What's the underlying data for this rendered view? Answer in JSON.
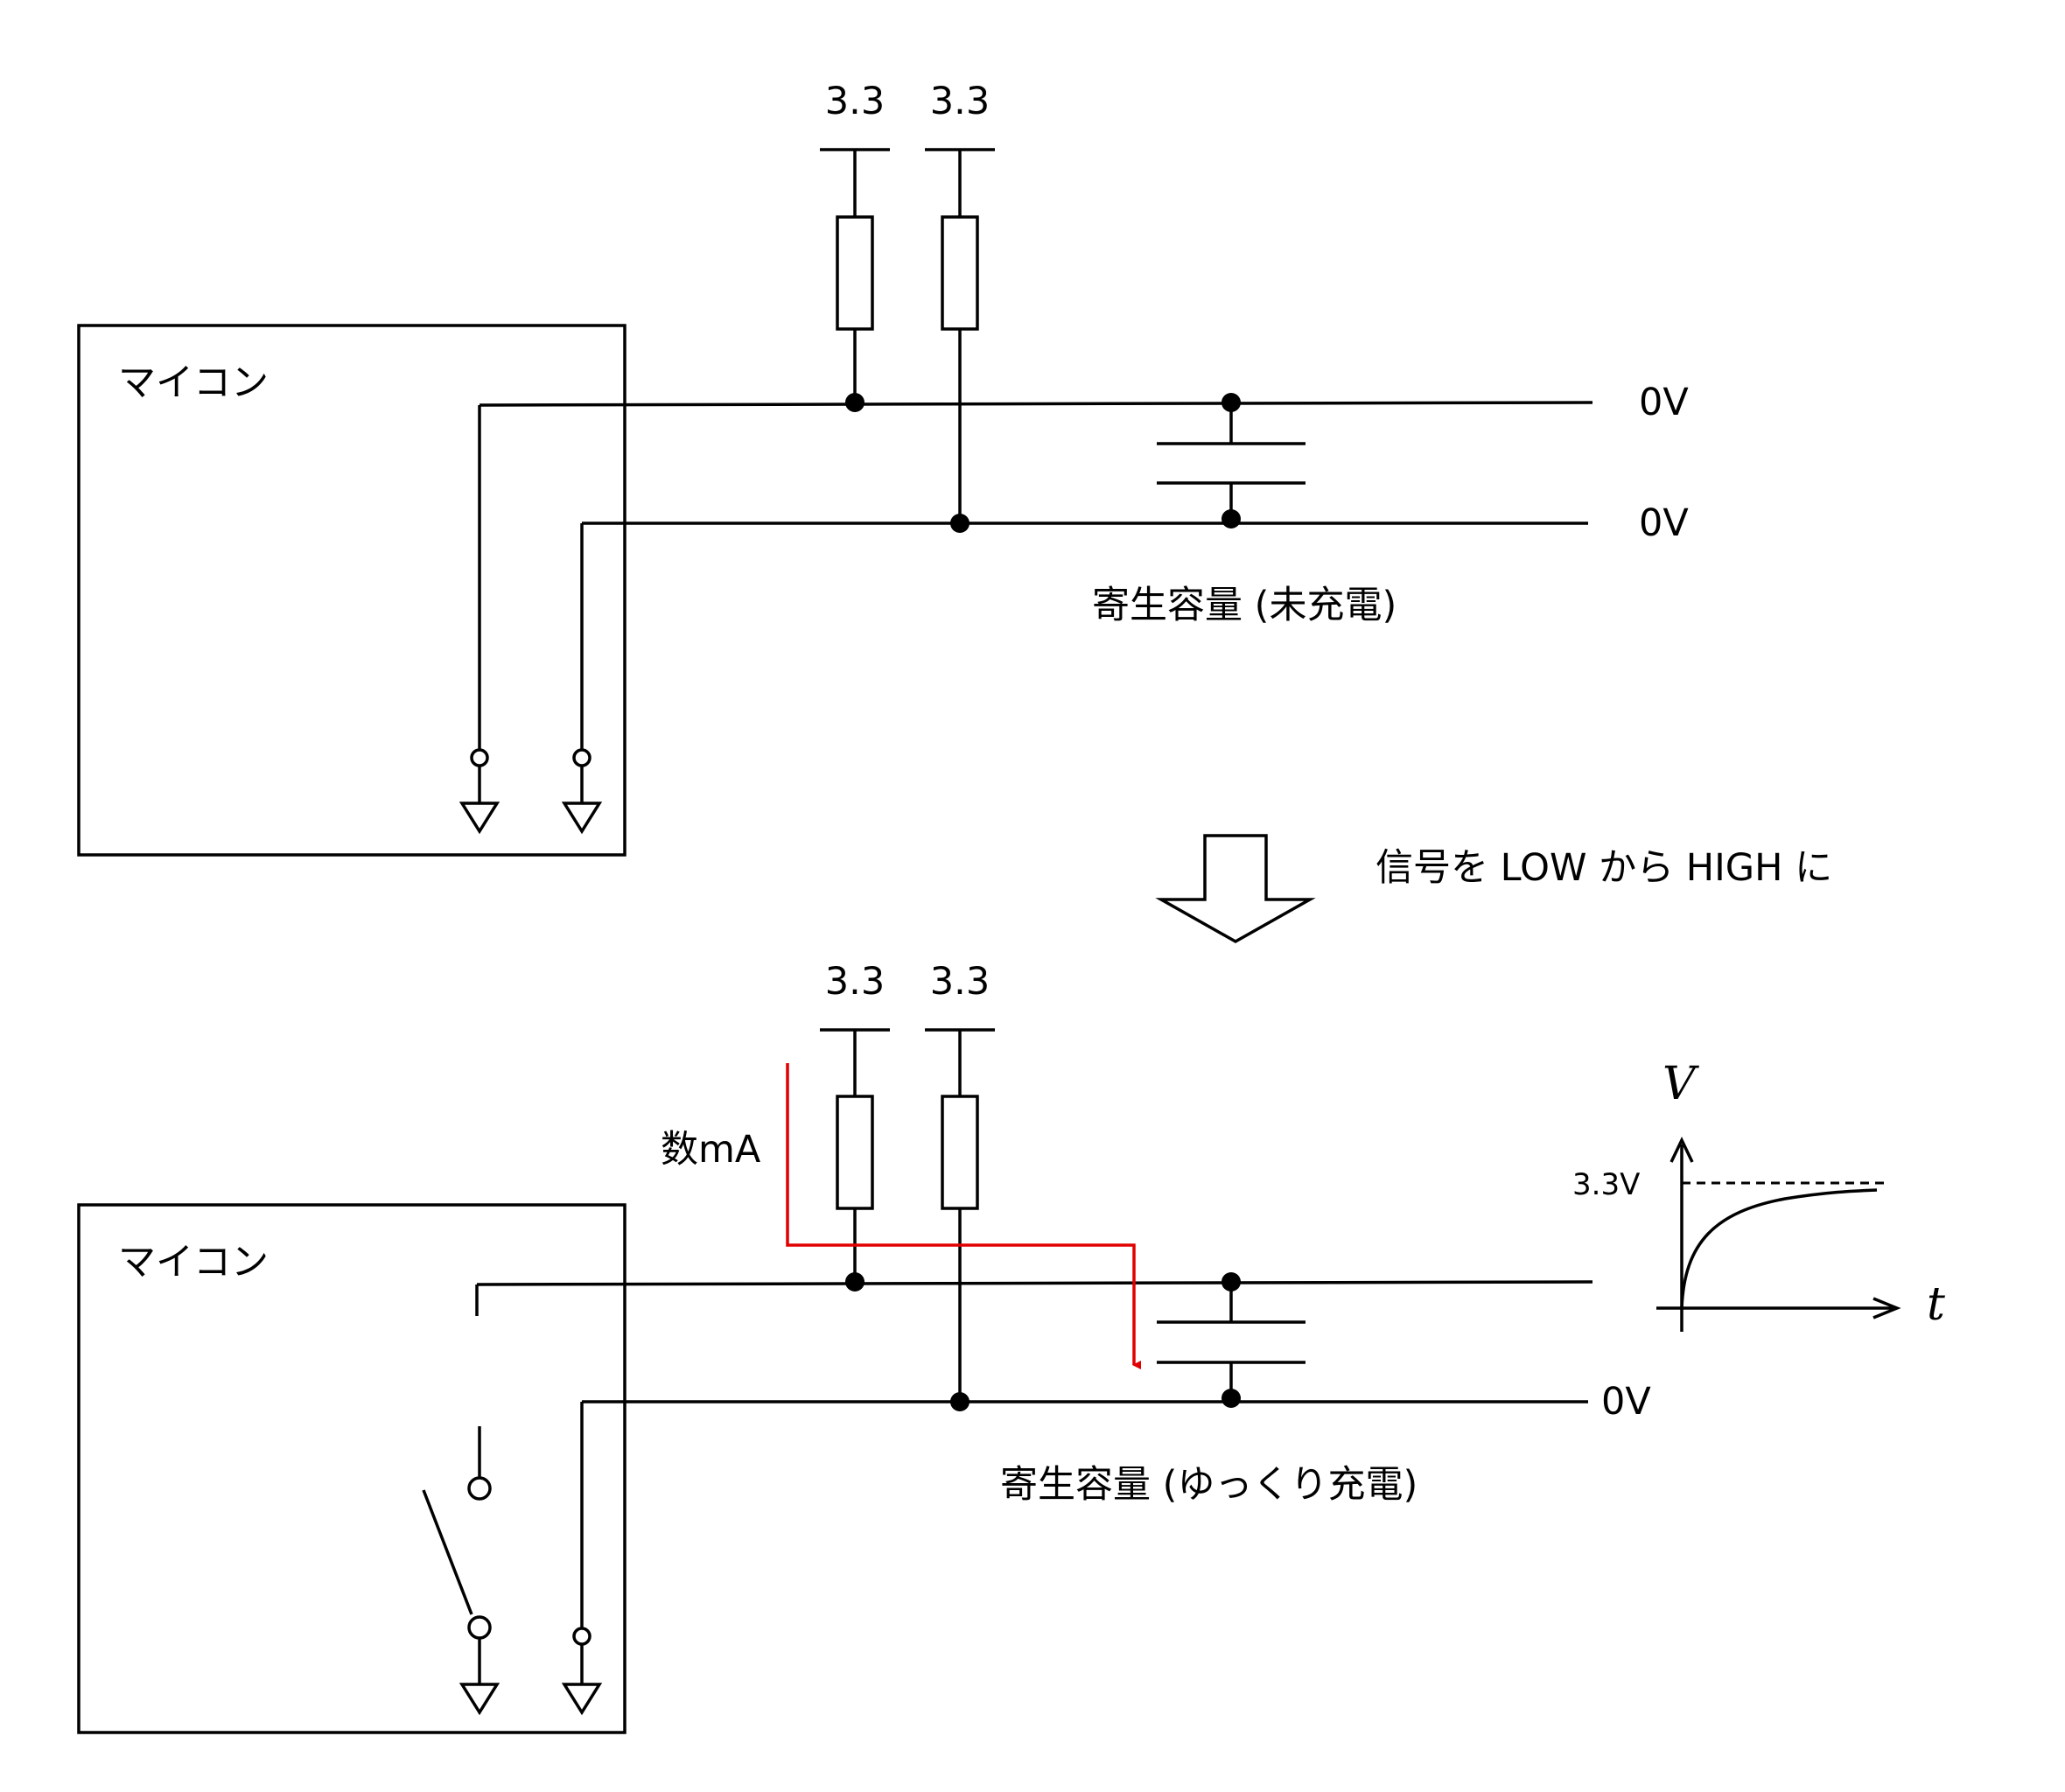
{
  "top": {
    "mcu_label": "マイコン",
    "supply_left": "3.3",
    "supply_right": "3.3",
    "line1_label": "0V",
    "line2_label": "0V",
    "cap_caption": "寄生容量 (未充電)"
  },
  "transition": {
    "caption": "信号を LOW から HIGH に"
  },
  "bottom": {
    "mcu_label": "マイコン",
    "supply_left": "3.3",
    "supply_right": "3.3",
    "current_label": "数mA",
    "line2_label": "0V",
    "cap_caption": "寄生容量 (ゆっくり充電)",
    "current_color": "#e00000"
  },
  "graph": {
    "y_axis_label": "V",
    "x_axis_label": "t",
    "level_label": "3.3V"
  }
}
